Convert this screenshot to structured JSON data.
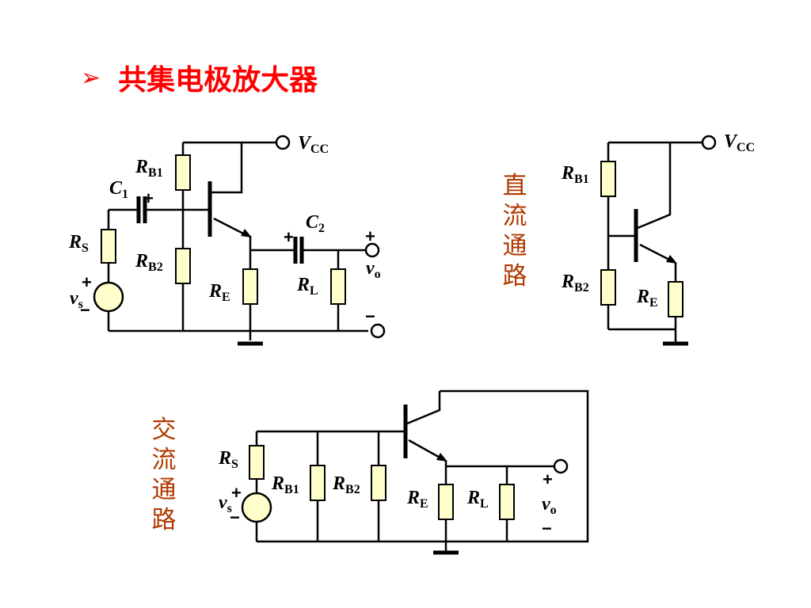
{
  "title": {
    "arrow": "➢",
    "text": "共集电极放大器"
  },
  "side_labels": {
    "dc_path": [
      "直",
      "流",
      "通",
      "路"
    ],
    "ac_path": [
      "交",
      "流",
      "通",
      "路"
    ]
  },
  "labels": {
    "vcc": {
      "main": "V",
      "sub": "CC"
    },
    "rb1": {
      "main": "R",
      "sub": "B1"
    },
    "rb2": {
      "main": "R",
      "sub": "B2"
    },
    "re": {
      "main": "R",
      "sub": "E"
    },
    "rl": {
      "main": "R",
      "sub": "L"
    },
    "rs": {
      "main": "R",
      "sub": "S"
    },
    "c1": {
      "main": "C",
      "sub": "1"
    },
    "c2": {
      "main": "C",
      "sub": "2"
    },
    "vs": {
      "main": "v",
      "sub": "s"
    },
    "vo": {
      "main": "v",
      "sub": "o"
    },
    "plus": "+",
    "minus": "−"
  },
  "colors": {
    "title": "#ff0000",
    "side_label": "#b03a00",
    "component_fill": "#ffffcc"
  }
}
